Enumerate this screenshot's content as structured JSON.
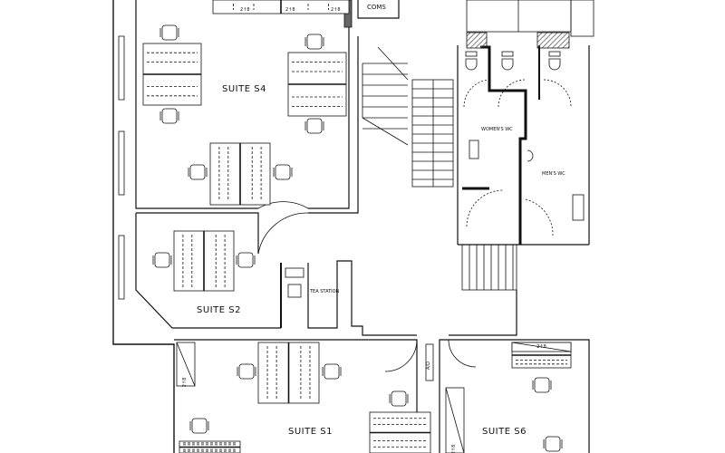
{
  "rooms": {
    "suite_s4": "SUITE S4",
    "suite_s2": "SUITE S2",
    "suite_s1": "SUITE S1",
    "suite_s6": "SUITE S6",
    "coms": "COMS",
    "womens_wc": "WOMEN'S WC",
    "mens_wc": "MEN'S WC",
    "tea_station": "TEA STATION",
    "ad": "A/D"
  },
  "storage_label": "2↑8",
  "colors": {
    "line": "#111111",
    "hatch": "#555555",
    "background": "#ffffff"
  }
}
